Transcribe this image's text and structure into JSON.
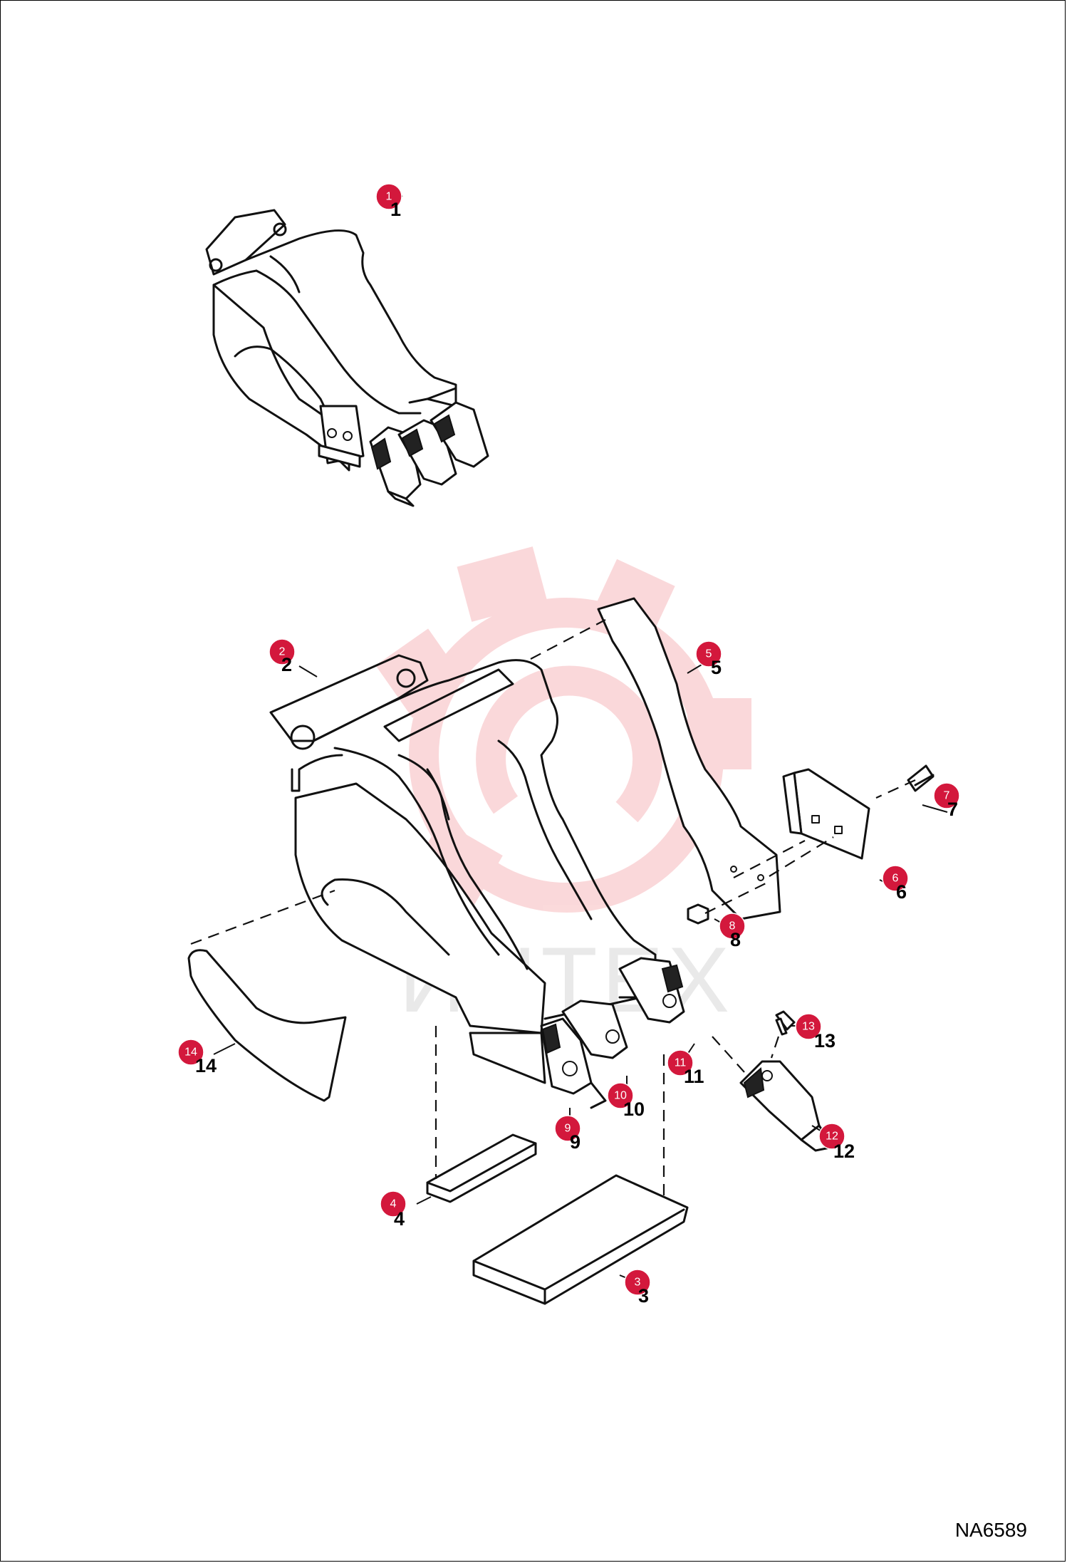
{
  "document": {
    "code": "NA6589"
  },
  "watermark": {
    "text": "ИНТЕХ",
    "color": "#e8303a"
  },
  "callout_color": "#d3183c",
  "callouts": [
    {
      "number": "1",
      "part_label": "1"
    },
    {
      "number": "2",
      "part_label": "2"
    },
    {
      "number": "3",
      "part_label": "3"
    },
    {
      "number": "4",
      "part_label": "4"
    },
    {
      "number": "5",
      "part_label": "5"
    },
    {
      "number": "6",
      "part_label": "6"
    },
    {
      "number": "7",
      "part_label": "7"
    },
    {
      "number": "8",
      "part_label": "8"
    },
    {
      "number": "9",
      "part_label": "9"
    },
    {
      "number": "10",
      "part_label": "10"
    },
    {
      "number": "11",
      "part_label": "11"
    },
    {
      "number": "12",
      "part_label": "12"
    },
    {
      "number": "13",
      "part_label": "13"
    },
    {
      "number": "14",
      "part_label": "14"
    }
  ]
}
